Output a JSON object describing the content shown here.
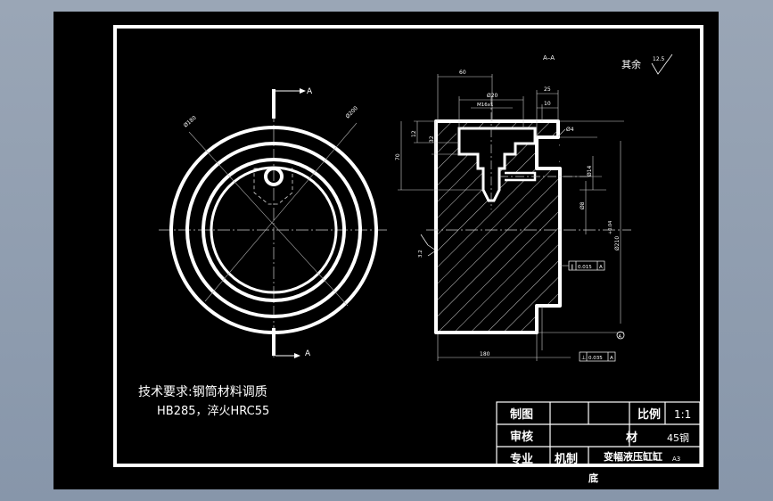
{
  "section_label": "A–A",
  "cut_labels": {
    "top": "A",
    "bottom": "A"
  },
  "roughness": {
    "other_label": "其余",
    "other_value": "12.5",
    "side_value": "3.2"
  },
  "left_view_dims": {
    "d1": "Ø180",
    "d2": "Ø200"
  },
  "dims": {
    "top_60": "60",
    "d_top": "Ø20",
    "thread": "M16x1",
    "w_25": "25",
    "w_10": "10",
    "d4": "Ø4",
    "h_12": "12",
    "h_32": "32",
    "h_70": "70",
    "d14": "Ø14",
    "d_b": "Ø8",
    "d_big": "Ø210",
    "tol": "+0.04",
    "len_180": "180"
  },
  "tolerances": {
    "parallel": "0.015",
    "parallel_datum": "A",
    "perp": "0.035",
    "perp_datum": "A"
  },
  "datum_label": "A",
  "notes": {
    "line1": "技术要求:钢筒材料调质",
    "line2": "HB285，淬火HRC55"
  },
  "title_block": {
    "zhitu": "制图",
    "bili_label": "比例",
    "bili_value": "1:1",
    "shenhe": "审核",
    "cai": "材",
    "material": "45钢",
    "zhuanye": "专业",
    "jizhi": "机制",
    "part_name": "变幅液压缸缸",
    "part_name2": "底",
    "sheet": "A3"
  }
}
